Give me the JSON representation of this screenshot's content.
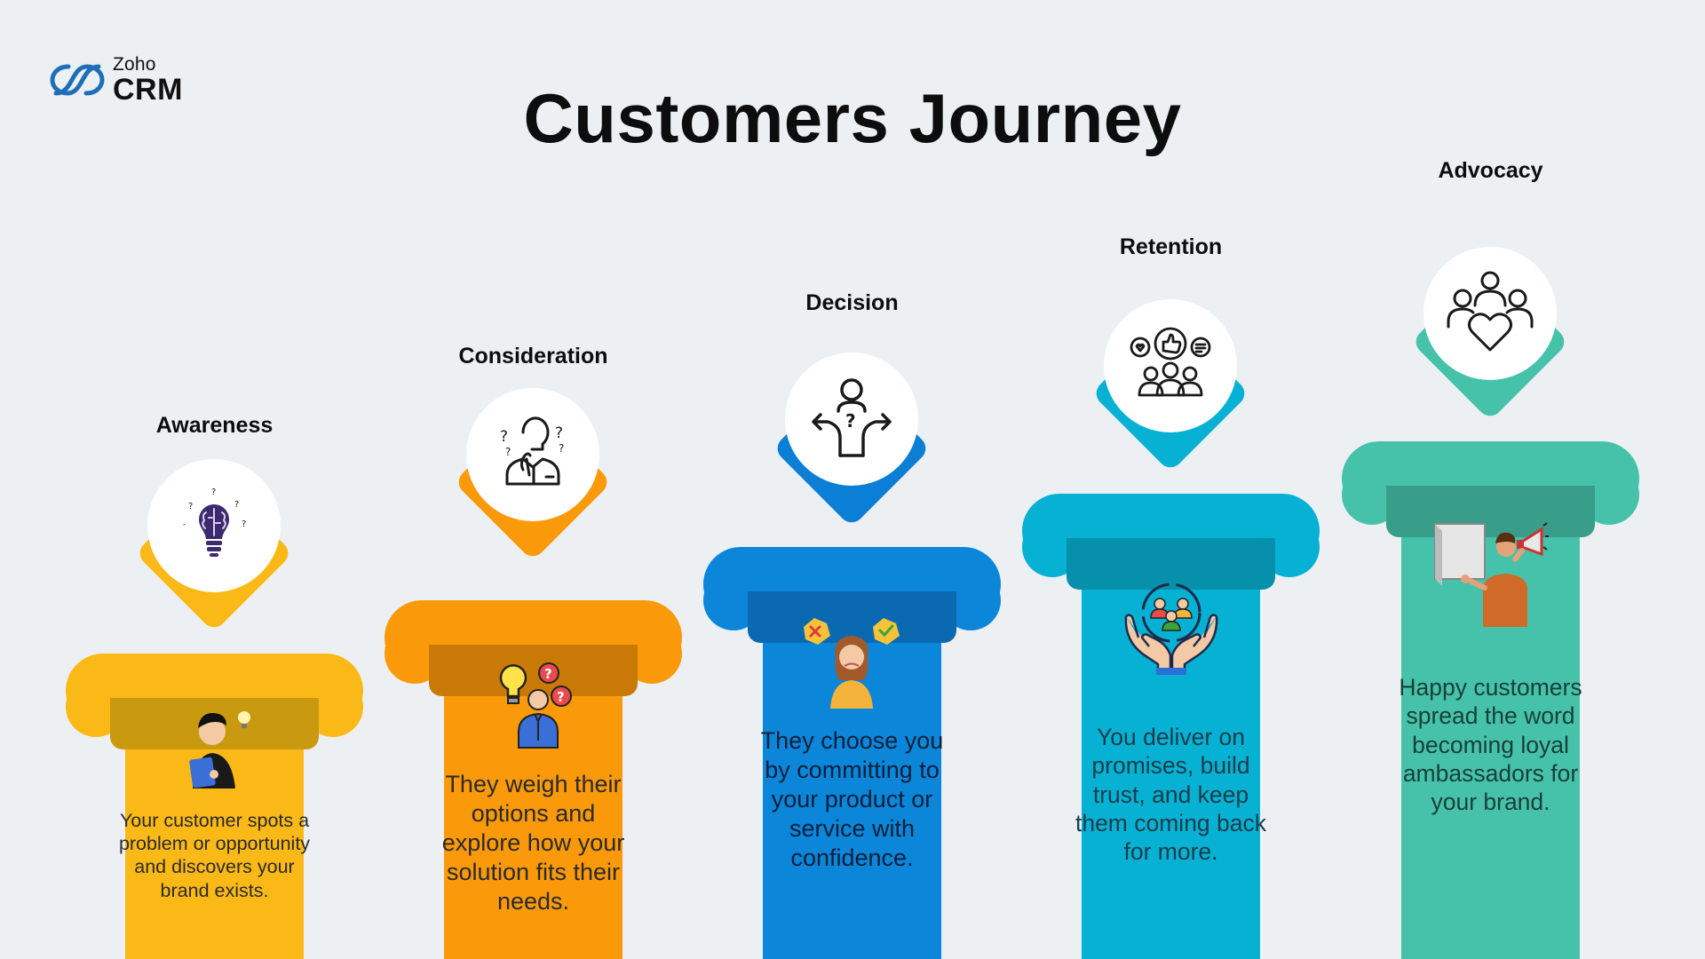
{
  "logo": {
    "brand": "Zoho",
    "product": "CRM",
    "mark_icon": "zoho-infinity-icon",
    "mark_color": "#1e6fb8"
  },
  "title": "Customers Journey",
  "stages": [
    {
      "label": "Awareness",
      "description": "Your customer spots a problem or opportunity and discovers your brand exists.",
      "color": "#fbb917",
      "dark": "#c99a10",
      "icon": "brain-lightbulb-icon",
      "illustration": "person-reading-tablet-icon"
    },
    {
      "label": "Consideration",
      "description": "They weigh their options and explore how your solution fits their needs.",
      "color": "#fa9a0b",
      "dark": "#c97a06",
      "icon": "thinking-person-icon",
      "illustration": "person-questions-lightbulb-icon"
    },
    {
      "label": "Decision",
      "description": "They choose you by committing to your product or service with confidence.",
      "color": "#0b86d9",
      "dark": "#0a69b0",
      "icon": "crossroads-choice-icon",
      "illustration": "woman-deciding-icon"
    },
    {
      "label": "Retention",
      "description": "You deliver on promises, build trust, and keep them coming back for more.",
      "color": "#06b1d4",
      "dark": "#0690ab",
      "icon": "community-feedback-icon",
      "illustration": "hands-holding-customers-icon"
    },
    {
      "label": "Advocacy",
      "description": "Happy customers spread the word becoming loyal ambassadors for your brand.",
      "color": "#46c2aa",
      "dark": "#389e8a",
      "icon": "group-heart-icon",
      "illustration": "person-megaphone-icon"
    }
  ]
}
